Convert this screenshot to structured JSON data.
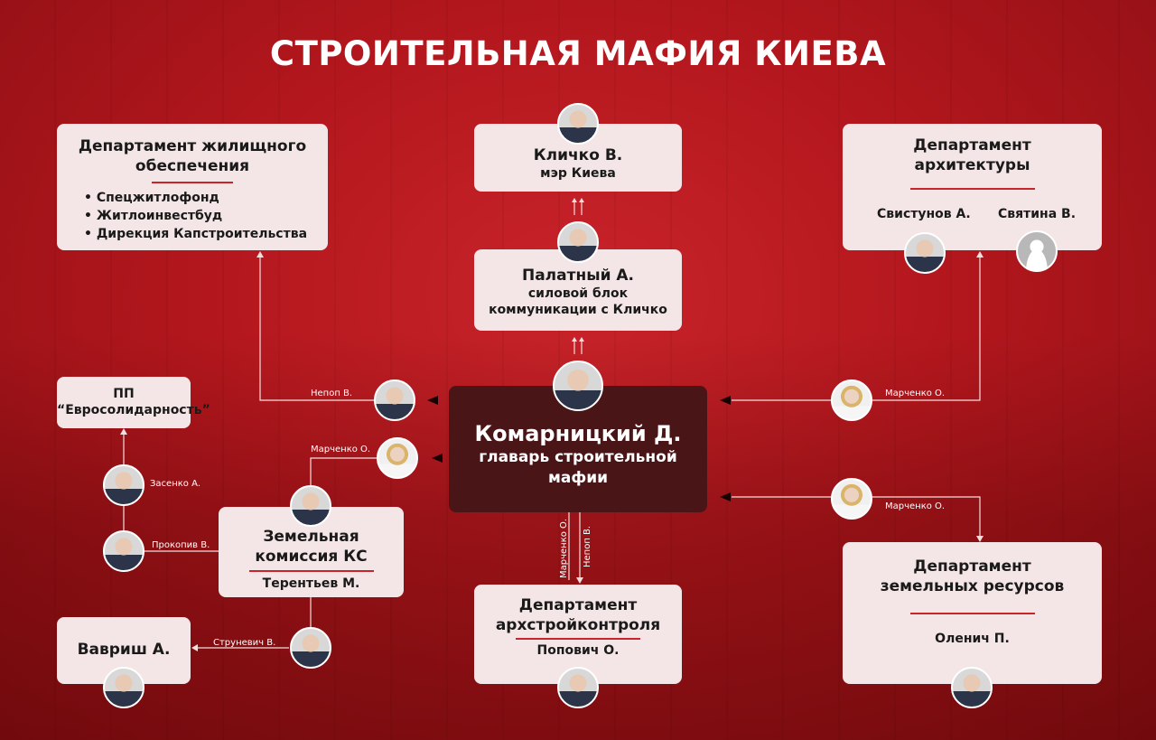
{
  "title": "СТРОИТЕЛЬНАЯ МАФИЯ КИЕВА",
  "housing": {
    "title_1": "Департамент жилищного",
    "title_2": "обеспечения",
    "items": [
      "• Спецжитлофонд",
      "• Житлоинвестбуд",
      "• Дирекция Капстроительства"
    ]
  },
  "klitschko": {
    "name": "Кличко В.",
    "role": "мэр Киева"
  },
  "architecture": {
    "title_1": "Департамент",
    "title_2": "архитектуры",
    "people": [
      "Свистунов А.",
      "Святина В."
    ]
  },
  "palatny": {
    "name": "Палатный А.",
    "role_1": "силовой блок",
    "role_2": "коммуникации с Кличко"
  },
  "central": {
    "name": "Комарницкий Д.",
    "role_1": "главарь строительной",
    "role_2": "мафии"
  },
  "party": {
    "title_1": "ПП",
    "title_2": "“Евросолидарность”"
  },
  "land_commission": {
    "title_1": "Земельная",
    "title_2": "комиссия КС",
    "head": "Терентьев М."
  },
  "vavrysh": {
    "name": "Вавриш А."
  },
  "archstroy": {
    "title_1": "Департамент",
    "title_2": "архстройконтроля",
    "head": "Попович О."
  },
  "land_resources": {
    "title_1": "Департамент",
    "title_2": "земельных ресурсов",
    "head": "Оленич П."
  },
  "links": {
    "nepop": "Непоп В.",
    "marchenko": "Марченко О.",
    "zasenko": "Засенко А.",
    "prokopiv": "Прокопив В.",
    "strunevich": "Струневич В.",
    "right_top": "Марченко О.",
    "right_bottom": "Марченко О.",
    "down_1": "Марченко О.",
    "down_2": "Непоп В."
  }
}
